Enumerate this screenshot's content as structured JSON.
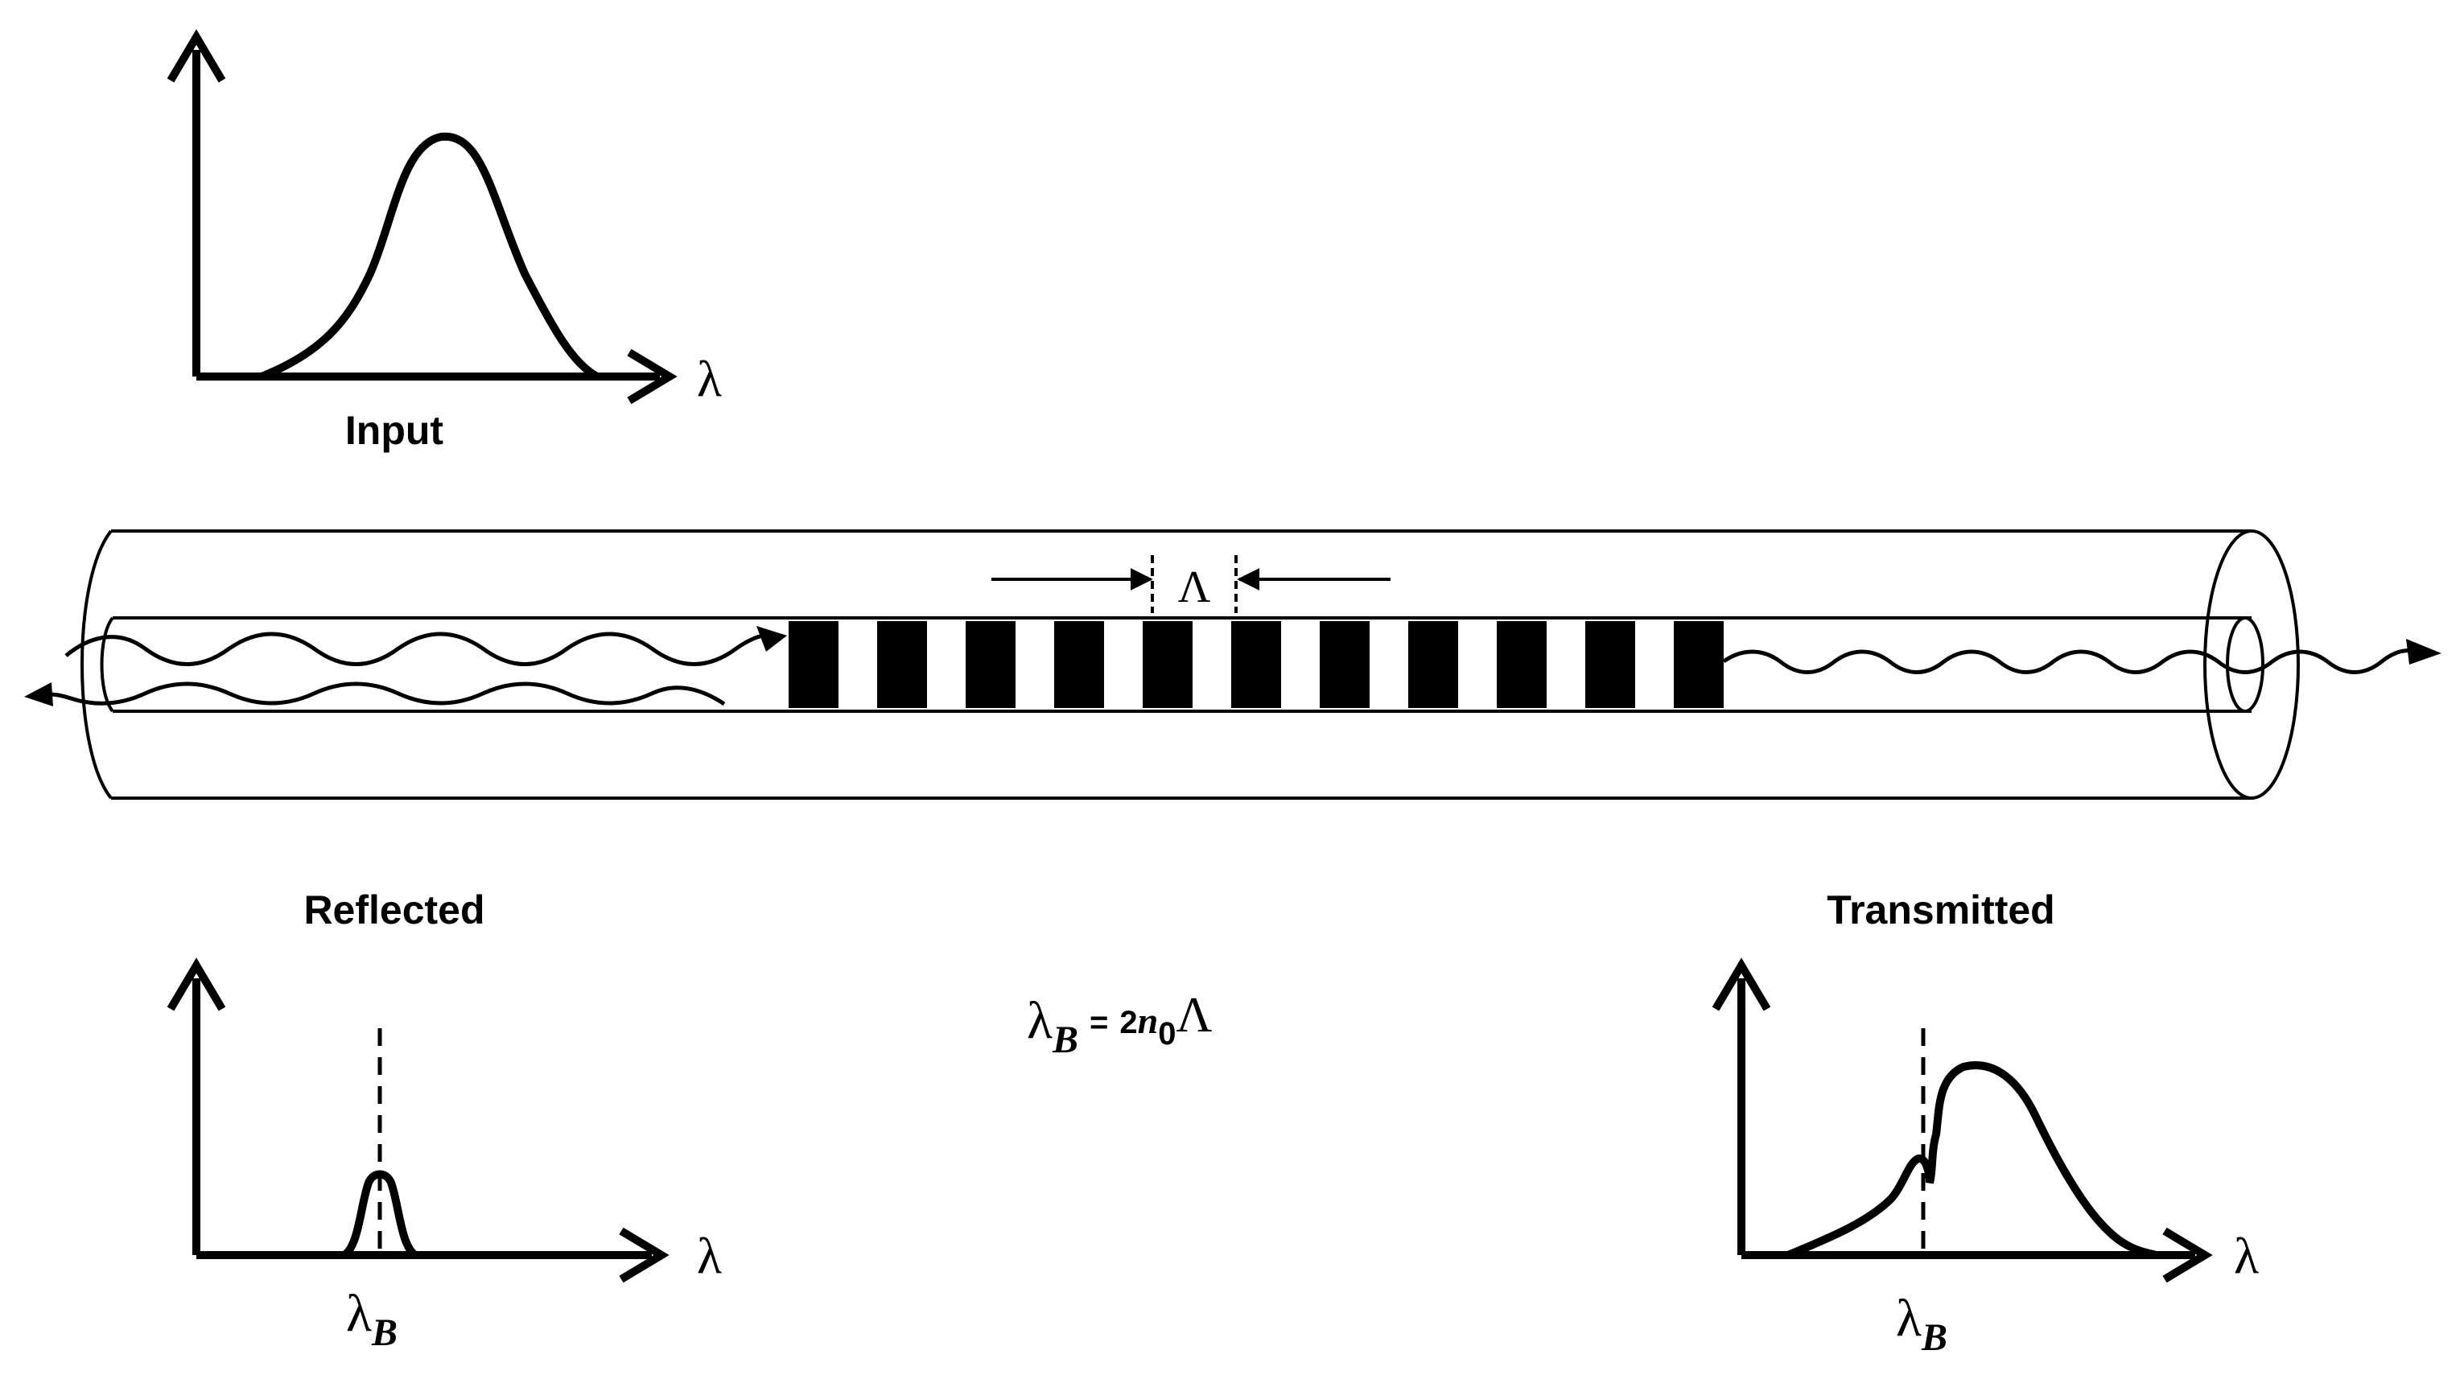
{
  "colors": {
    "ink": "#000000",
    "background": "#ffffff"
  },
  "input_plot": {
    "title": "Input",
    "x_axis_symbol": "λ"
  },
  "reflected_plot": {
    "title": "Reflected",
    "x_axis_symbol": "λ",
    "peak_symbol": "λ",
    "peak_subscript": "B"
  },
  "transmitted_plot": {
    "title": "Transmitted",
    "x_axis_symbol": "λ",
    "dip_symbol": "λ",
    "dip_subscript": "B"
  },
  "grating": {
    "period_symbol": "Λ"
  },
  "equation": {
    "lhs_symbol": "λ",
    "lhs_subscript": "B",
    "equals": "=",
    "coefficient": "2",
    "index_symbol": "n",
    "index_subscript": "0",
    "period_symbol": "Λ"
  }
}
